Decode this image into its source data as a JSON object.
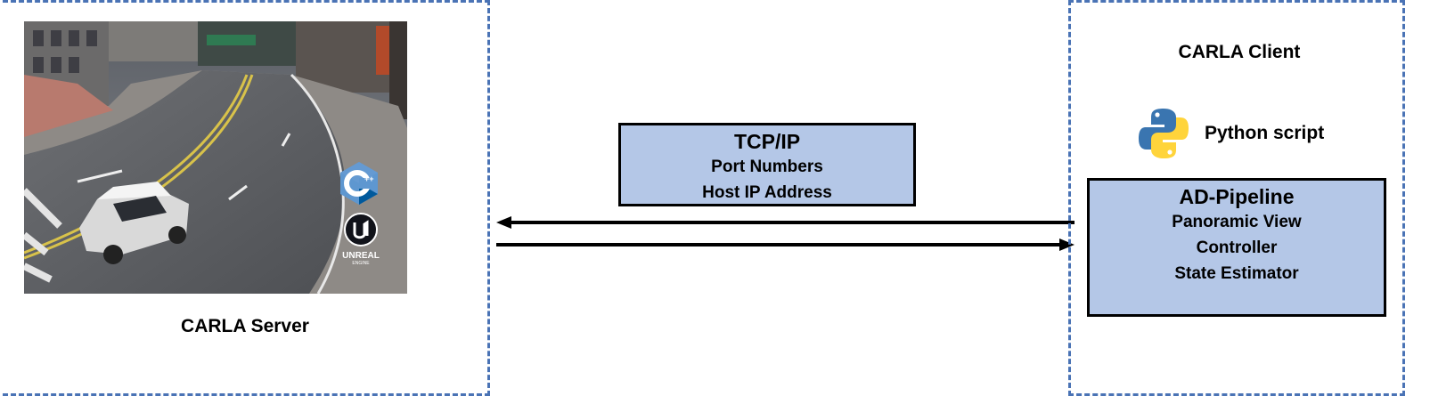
{
  "server": {
    "title": "CARLA Server",
    "logos": {
      "cpp": "cpp-logo",
      "unreal": "unreal-engine-logo",
      "unreal_text": "UNREAL",
      "unreal_subtext": "ENGINE"
    }
  },
  "connection": {
    "title": "TCP/IP",
    "lines": [
      "Port Numbers",
      "Host IP Address"
    ],
    "arrow_left": "client-to-server",
    "arrow_right": "server-to-client"
  },
  "client": {
    "title": "CARLA Client",
    "python_label": "Python script",
    "pipeline": {
      "title": "AD-Pipeline",
      "items": [
        "Panoramic View",
        "Controller",
        "State Estimator"
      ]
    }
  },
  "colors": {
    "dash_border": "#4a73b5",
    "box_fill": "#b4c7e7",
    "python_blue": "#3a75b0",
    "python_yellow": "#ffd43b"
  }
}
